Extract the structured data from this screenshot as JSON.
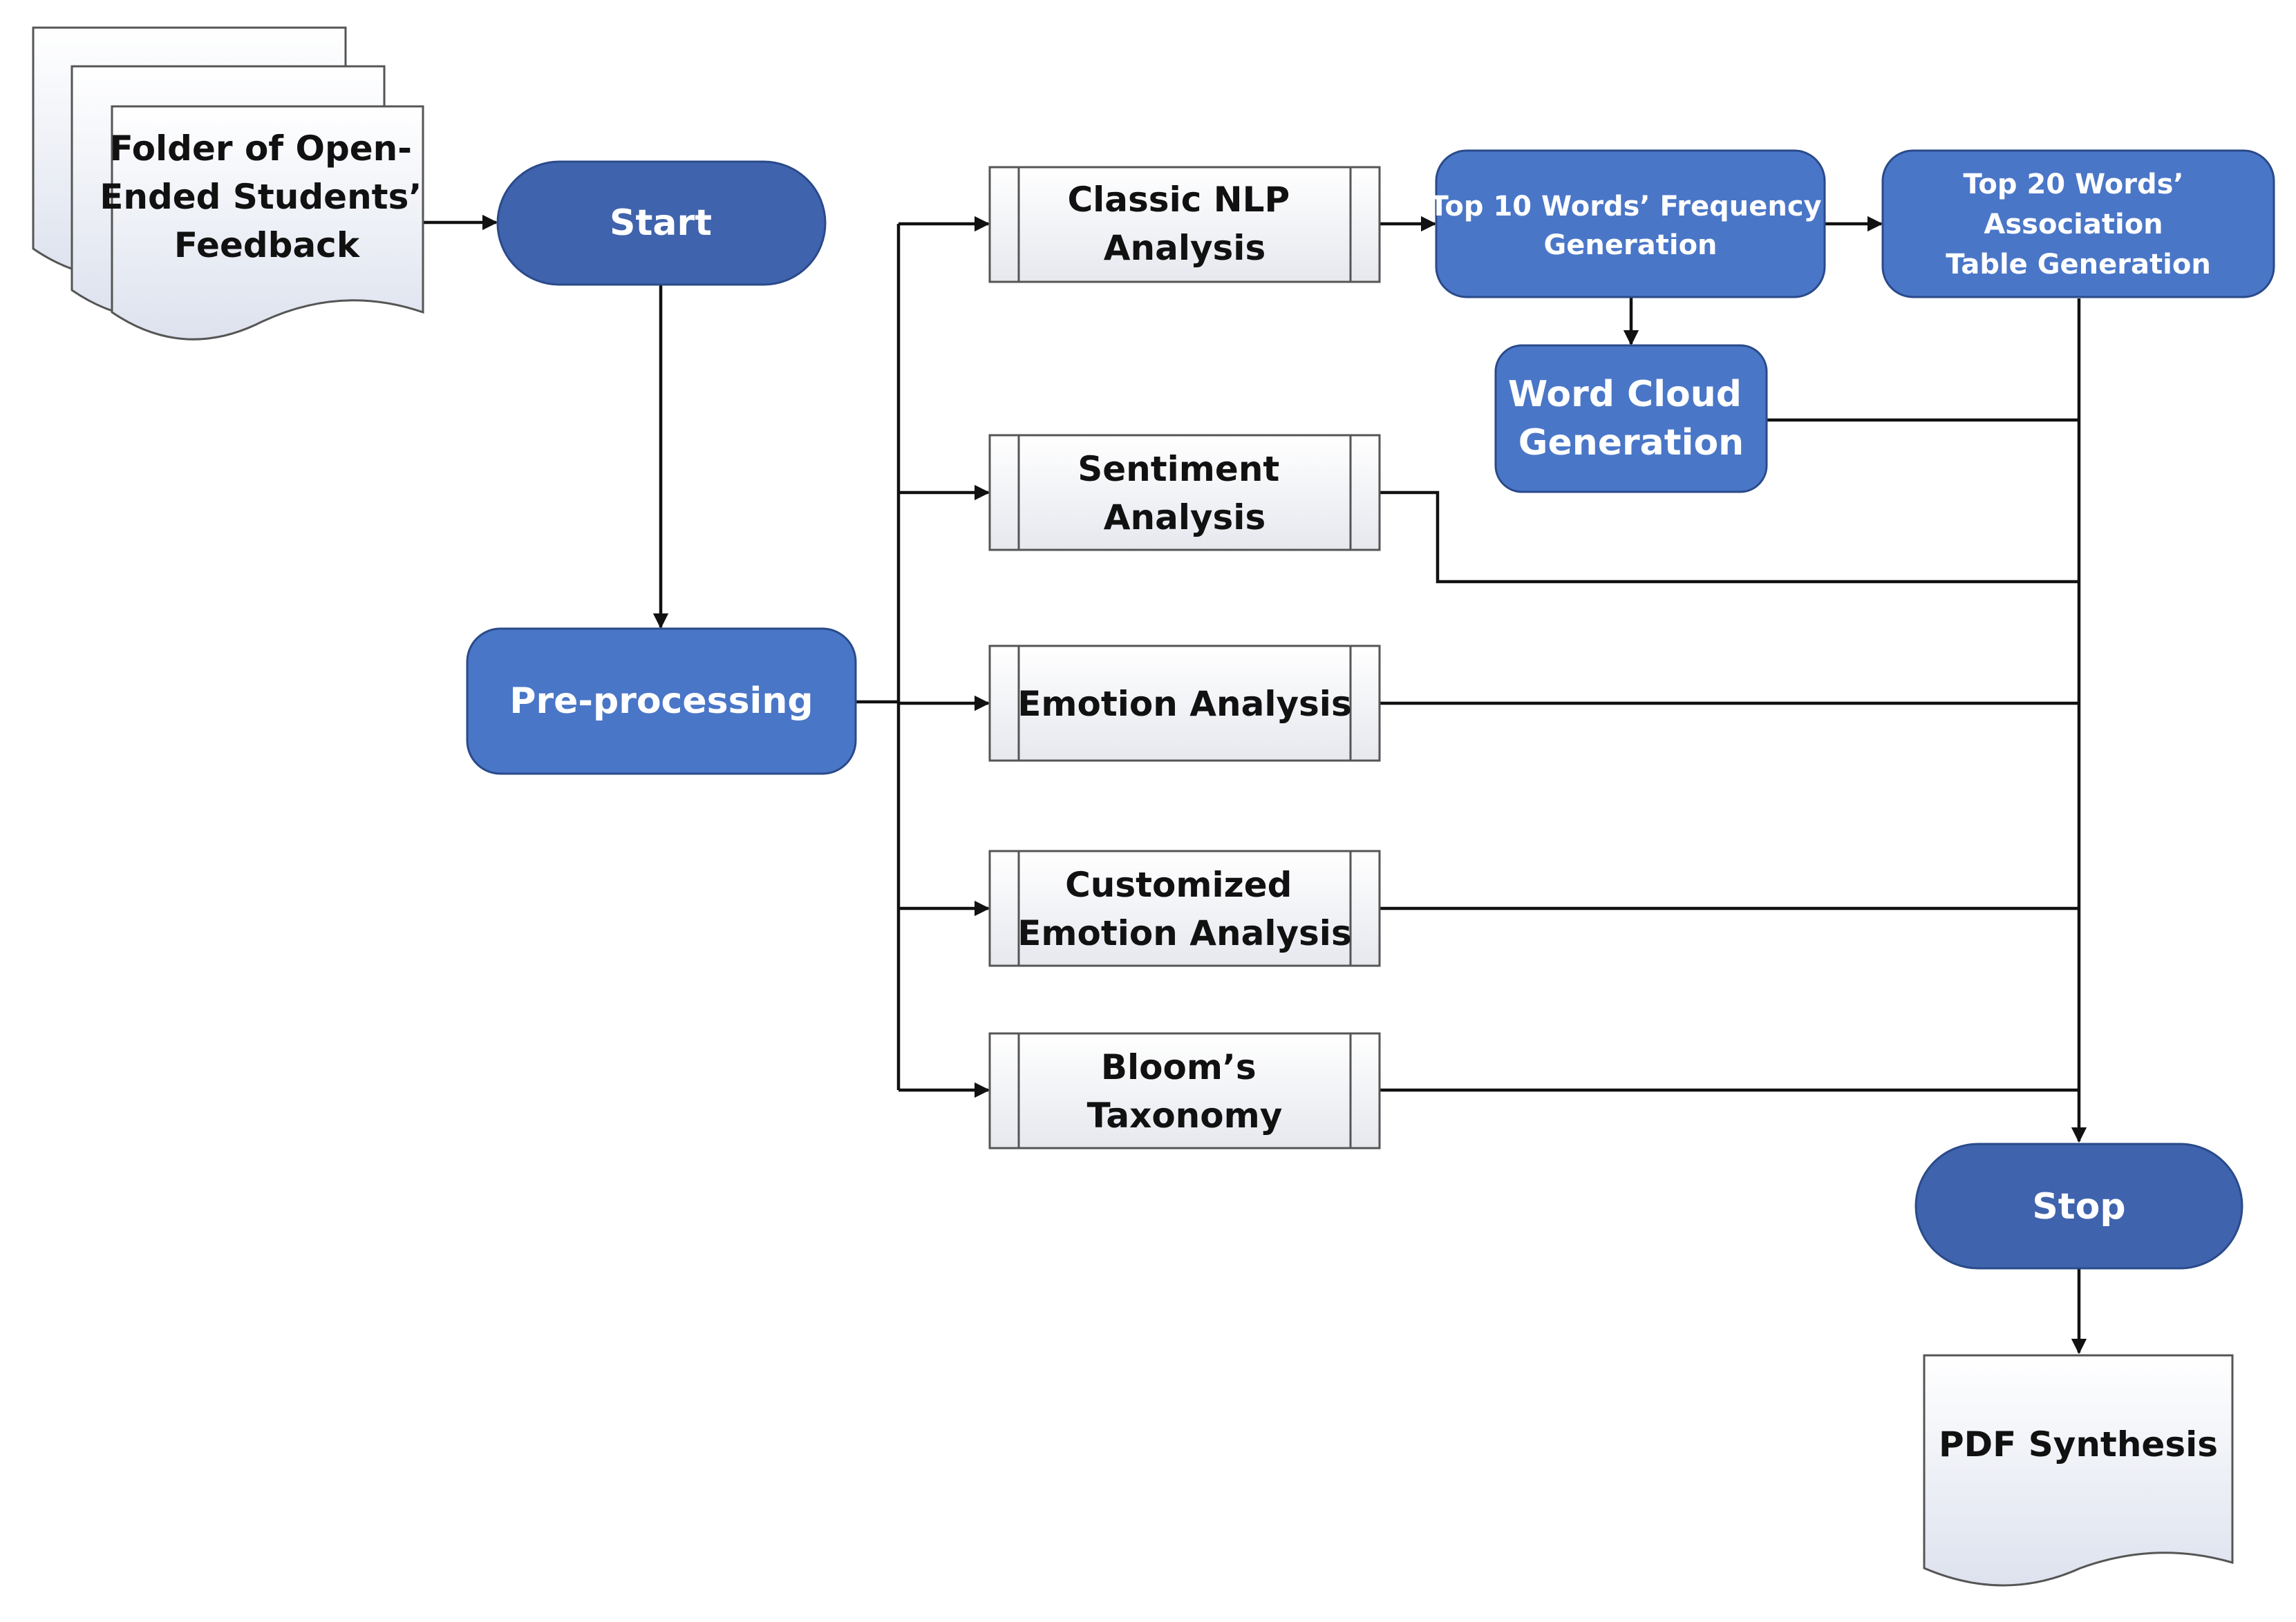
{
  "nodes": {
    "folder": {
      "lines": [
        "Folder of Open-",
        "Ended Students’",
        "Feedback"
      ]
    },
    "start": {
      "lines": [
        "Start"
      ]
    },
    "preprocessing": {
      "lines": [
        "Pre-processing"
      ]
    },
    "classic_nlp": {
      "lines": [
        "Classic NLP",
        "Analysis"
      ]
    },
    "sentiment": {
      "lines": [
        "Sentiment",
        "Analysis"
      ]
    },
    "emotion": {
      "lines": [
        "Emotion Analysis"
      ]
    },
    "custom_emotion": {
      "lines": [
        "Customized",
        "Emotion Analysis"
      ]
    },
    "blooms": {
      "lines": [
        "Bloom’s",
        "Taxonomy"
      ]
    },
    "top10": {
      "lines": [
        "Top 10 Words’ Frequency",
        "Generation"
      ]
    },
    "top20": {
      "lines": [
        "Top 20 Words’",
        "Association",
        "Table Generation"
      ]
    },
    "wordcloud": {
      "lines": [
        "Word Cloud",
        "Generation"
      ]
    },
    "stop": {
      "lines": [
        "Stop"
      ]
    },
    "pdf": {
      "lines": [
        "PDF Synthesis"
      ]
    }
  },
  "colors": {
    "terminator_fill": "#3f63ad",
    "process_fill": "#4a76c7",
    "shape_border": "#2a4a8a",
    "document_fill_light": "#ffffff",
    "document_fill_dark": "#dde2ee",
    "line": "#111111"
  }
}
